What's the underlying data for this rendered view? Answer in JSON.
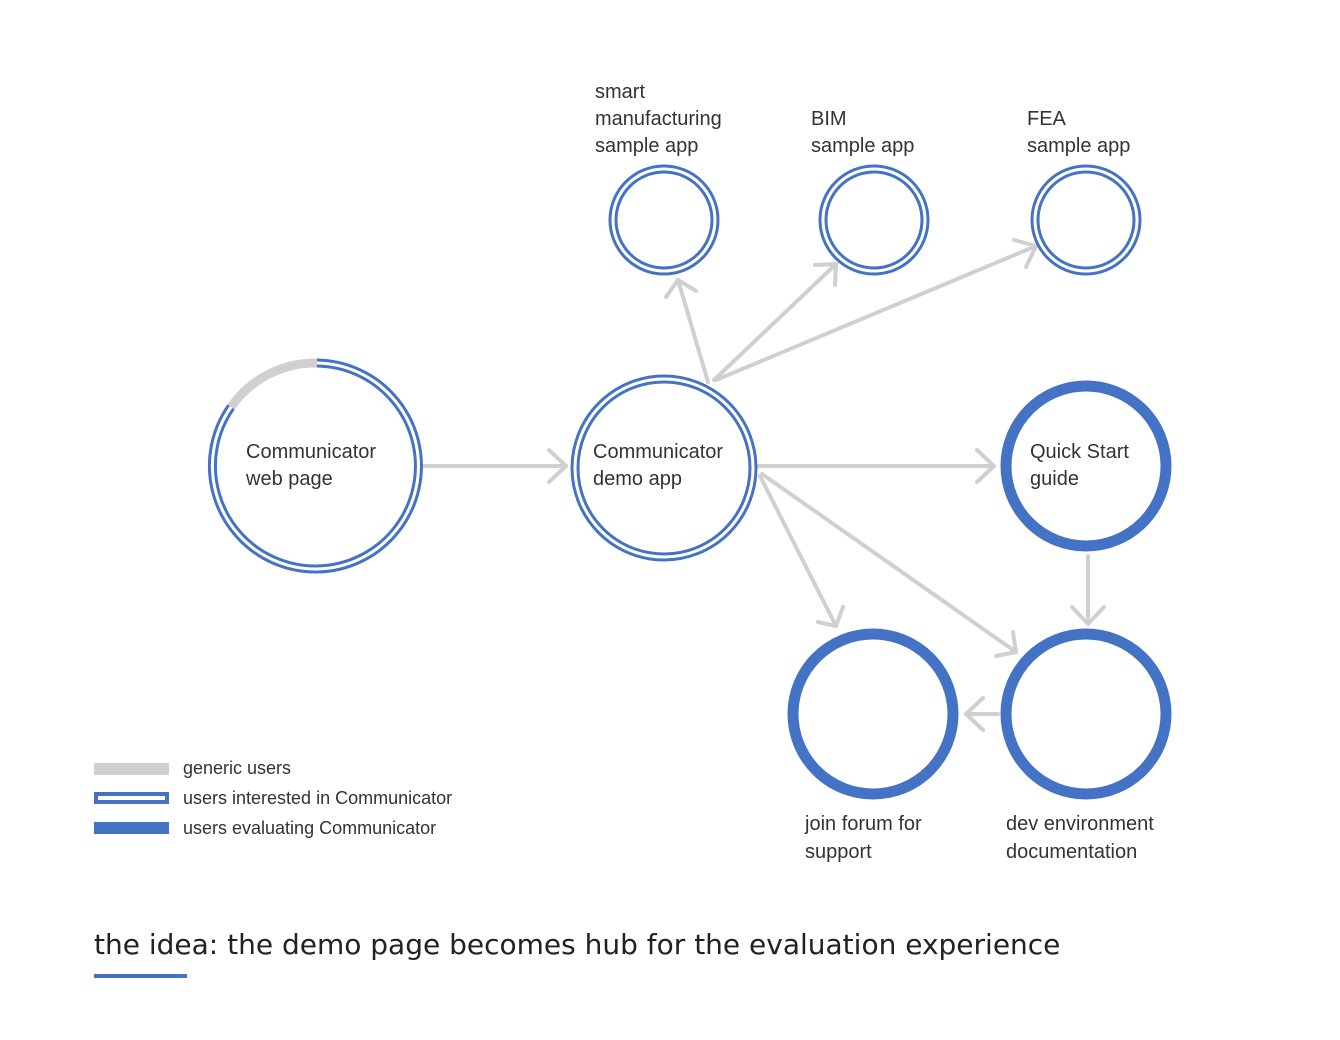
{
  "colors": {
    "generic": "#d0d0d0",
    "interested": "#4472c4",
    "evaluating": "#4472c4",
    "arrow": "#d0d0d0",
    "text": "#333333"
  },
  "nodes": {
    "web_page": {
      "lines": [
        "Communicator",
        "web page"
      ],
      "segment": "mixed"
    },
    "demo_app": {
      "lines": [
        "Communicator",
        "demo app"
      ],
      "segment": "interested"
    },
    "smart_mfg": {
      "lines": [
        "smart",
        "manufacturing",
        "sample app"
      ],
      "segment": "interested"
    },
    "bim": {
      "lines": [
        "BIM",
        "sample app"
      ],
      "segment": "interested"
    },
    "fea": {
      "lines": [
        "FEA",
        "sample app"
      ],
      "segment": "interested"
    },
    "quick_start": {
      "lines": [
        "Quick Start",
        "guide"
      ],
      "segment": "evaluating"
    },
    "forum": {
      "lines": [
        "join forum for",
        "support"
      ],
      "segment": "evaluating"
    },
    "dev_docs": {
      "lines": [
        "dev environment",
        "documentation"
      ],
      "segment": "evaluating"
    }
  },
  "legend": {
    "generic": "generic users",
    "interested": "users interested in Communicator",
    "evaluating": "users evaluating Communicator"
  },
  "caption": "the idea: the demo page becomes hub for the evaluation experience"
}
